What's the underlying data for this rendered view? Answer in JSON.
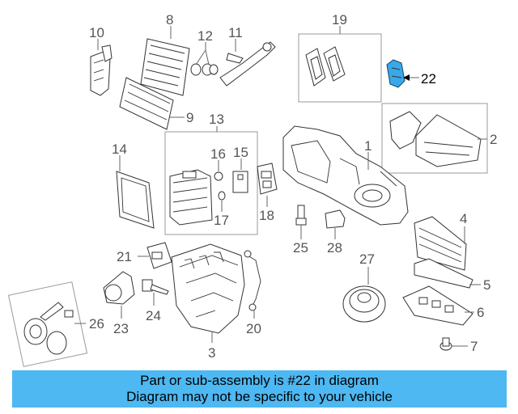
{
  "highlight_color": "#3aa8e8",
  "banner_color": "#4db8f2",
  "callouts": [
    "1",
    "2",
    "3",
    "4",
    "5",
    "6",
    "7",
    "8",
    "9",
    "10",
    "11",
    "12",
    "13",
    "14",
    "15",
    "16",
    "17",
    "18",
    "19",
    "20",
    "21",
    "22",
    "23",
    "24",
    "25",
    "26",
    "27",
    "28"
  ],
  "highlighted_part": "22",
  "banner": {
    "line1": "Part or sub-assembly is #22 in diagram",
    "line2": "Diagram may not be specific to your vehicle"
  }
}
